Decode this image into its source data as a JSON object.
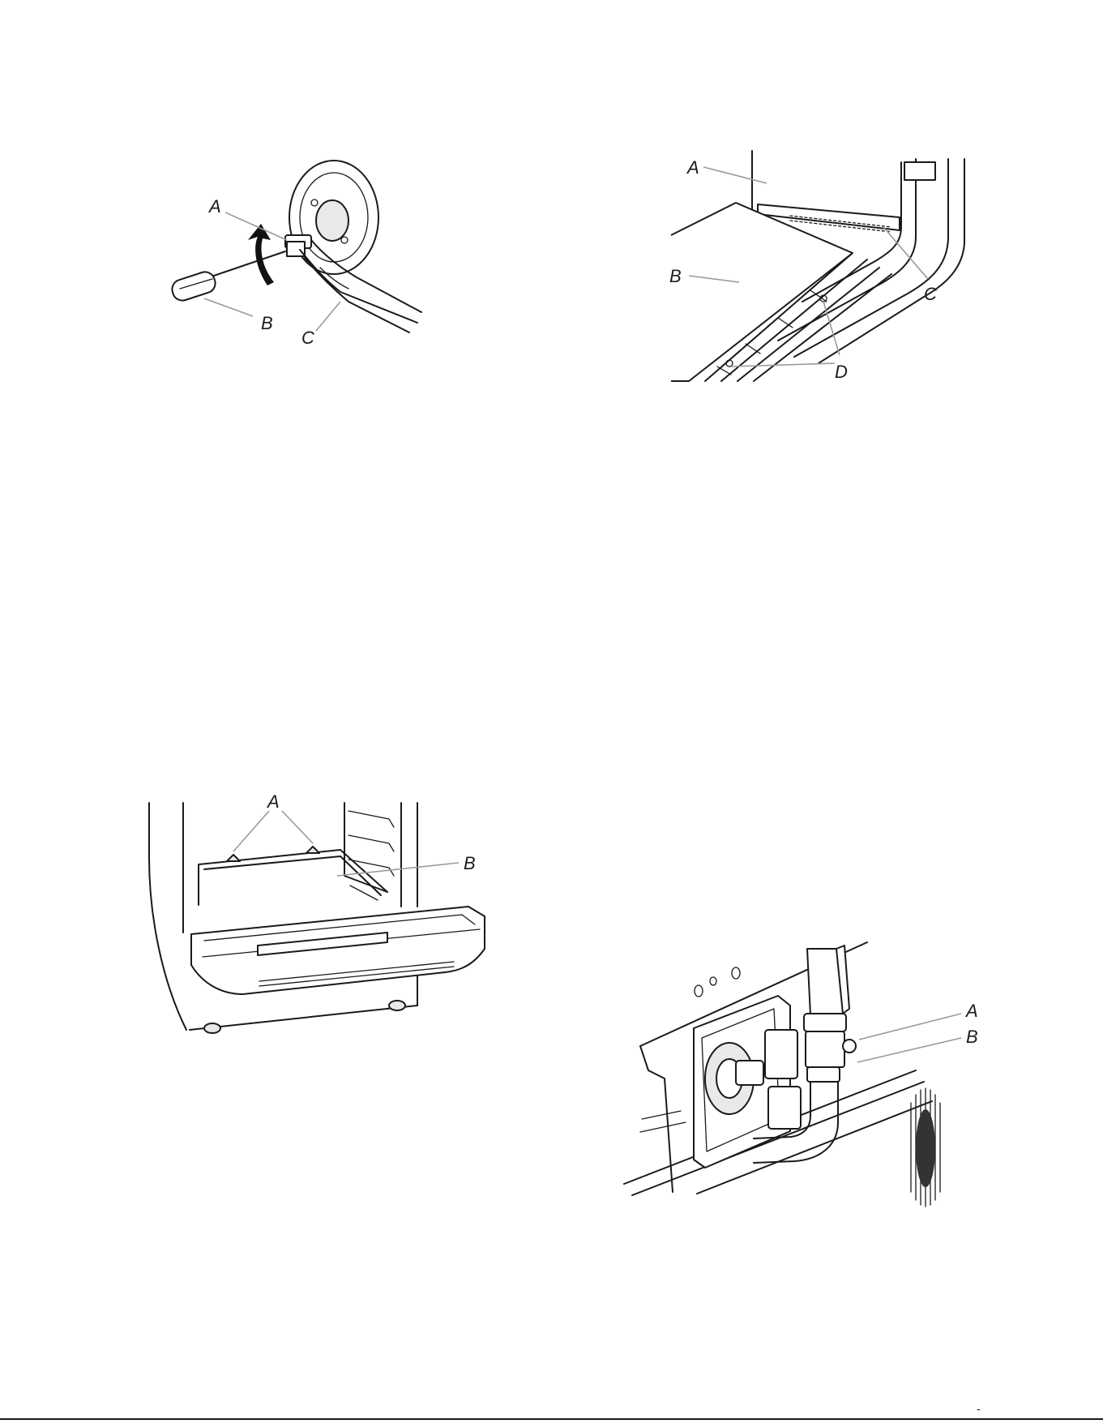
{
  "figures": [
    {
      "id": "burner-cap-adjustment",
      "labels": [
        "A",
        "B",
        "C"
      ]
    },
    {
      "id": "oven-bottom-panel",
      "labels": [
        "A",
        "B",
        "C",
        "D"
      ]
    },
    {
      "id": "oven-cavity-door",
      "labels": [
        "A",
        "B"
      ]
    },
    {
      "id": "gas-connection",
      "labels": [
        "A",
        "B"
      ]
    }
  ],
  "footer_mark": "-"
}
